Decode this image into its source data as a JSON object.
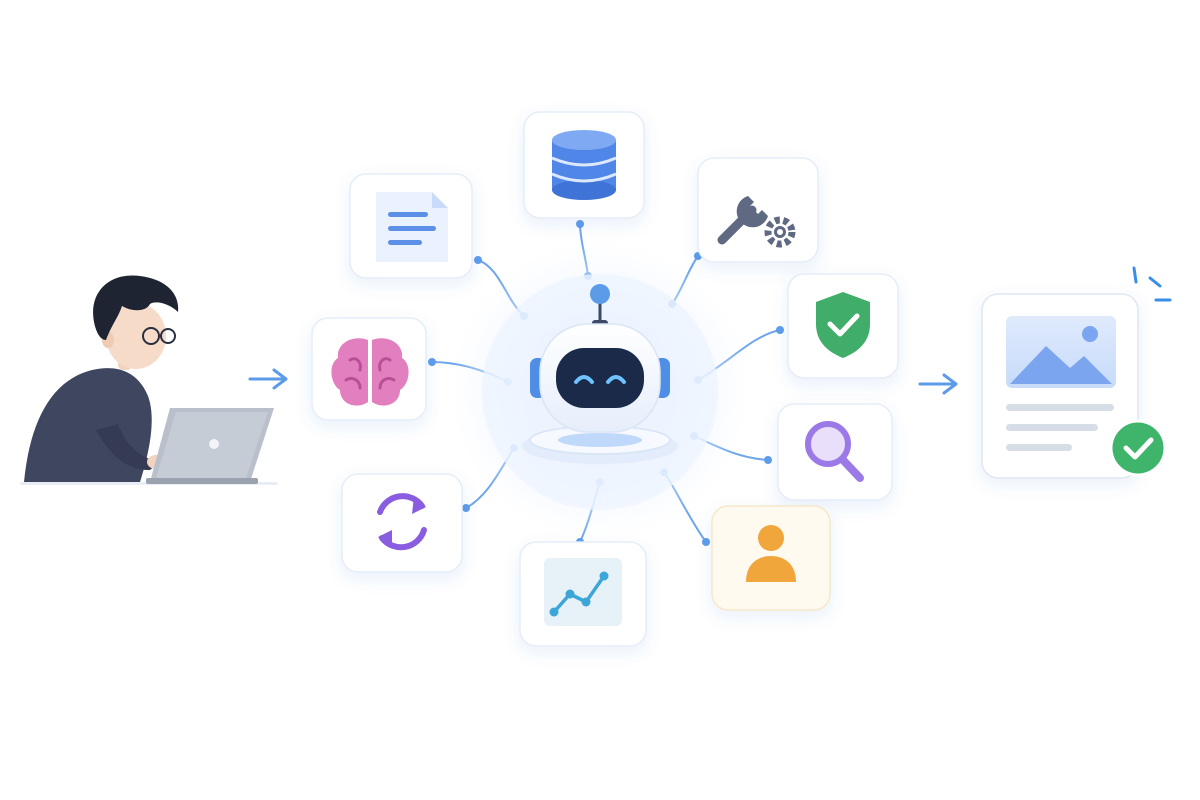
{
  "colors": {
    "connector": "#6ea6ec",
    "connector_dot": "#5e9cea",
    "hub_glow": "#e8f1ff",
    "robot_face": "#1c2a4a",
    "robot_eyes": "#6fc3ff",
    "arrow": "#5b9be8",
    "success": "#3fb56b"
  },
  "diagram": {
    "user": {
      "icon": "person-at-laptop-icon"
    },
    "hub": {
      "icon": "ai-robot-icon"
    },
    "tools": [
      {
        "id": "document",
        "icon": "document-icon",
        "accent": "#5b8fe6"
      },
      {
        "id": "database",
        "icon": "database-icon",
        "accent": "#4f86e8"
      },
      {
        "id": "tools",
        "icon": "wrench-gear-icon",
        "accent": "#5f6b82"
      },
      {
        "id": "security",
        "icon": "shield-check-icon",
        "accent": "#3fae6a"
      },
      {
        "id": "search",
        "icon": "magnifier-icon",
        "accent": "#9b7ae8"
      },
      {
        "id": "user",
        "icon": "user-profile-icon",
        "accent": "#f0a63a"
      },
      {
        "id": "analytics",
        "icon": "trend-chart-icon",
        "accent": "#3da6d8"
      },
      {
        "id": "sync",
        "icon": "refresh-icon",
        "accent": "#8a5ce0"
      },
      {
        "id": "memory",
        "icon": "brain-icon",
        "accent": "#e27fbf"
      }
    ],
    "output": {
      "icon": "result-document-icon",
      "status_icon": "check-badge-icon"
    }
  }
}
